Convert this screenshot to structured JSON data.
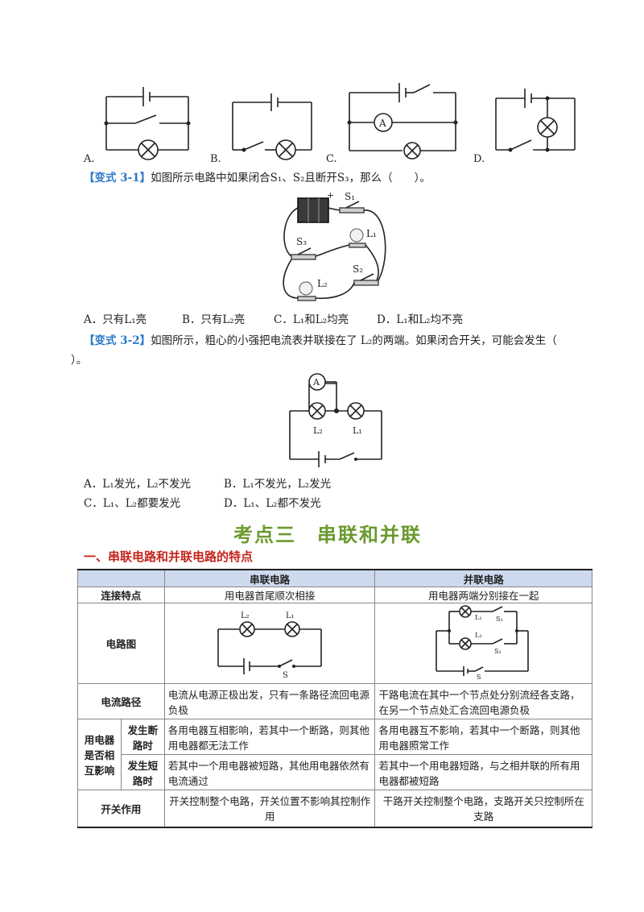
{
  "options_top": {
    "a": "A.",
    "b": "B.",
    "c": "C.",
    "d": "D."
  },
  "q31": {
    "tag": "【变式 3-1】",
    "text": "如图所示电路中如果闭合S₁、S₂且断开S₃，那么（　　）。",
    "labels": {
      "s1": "S₁",
      "s2": "S₂",
      "s3": "S₃",
      "l1": "L₁",
      "l2": "L₂",
      "plus": "+"
    },
    "options": [
      "A．只有L₁亮",
      "B．只有L₂亮",
      "C．L₁和L₂均亮",
      "D．L₁和L₂均不亮"
    ]
  },
  "q32": {
    "tag": "【变式 3-2】",
    "text_line1": "如图所示，粗心的小强把电流表并联接在了 L₂的两端。如果闭合开关，可能会发生（",
    "text_line2": "）。",
    "labels": {
      "ammeter": "A",
      "l2": "L₂",
      "l1": "L₁"
    },
    "options": [
      "A．L₁发光，L₂不发光",
      "B．L₁不发光，L₂发光",
      "C．L₁、L₂都要发光",
      "D．L₁、L₂都不发光"
    ]
  },
  "section_title": "考点三　串联和并联",
  "subsection_title": "一、串联电路和并联电路的特点",
  "table": {
    "headers": [
      "",
      "串联电路",
      "并联电路"
    ],
    "rows": {
      "connection": {
        "label": "连接特点",
        "series": "用电器首尾顺次相接",
        "parallel": "用电器两端分别接在一起"
      },
      "diagram": {
        "label": "电路图",
        "series_labels": {
          "l2": "L₂",
          "l1": "L₁",
          "s": "S"
        },
        "parallel_labels": {
          "l1": "L₁",
          "s1": "S₁",
          "l2": "L₂",
          "s2": "S₂",
          "s": "S"
        }
      },
      "current_path": {
        "label": "电流路径",
        "series": "电流从电源正极出发，只有一条路径流回电源负极",
        "parallel": "干路电流在其中一个节点处分别流经各支路，在另一个节点处汇合流回电源负极"
      },
      "influence": {
        "label": "用电器是否相互影响",
        "open_label": "发生断路时",
        "open_series": "各用电器互相影响，若其中一个断路，则其他用电器都无法工作",
        "open_parallel": "各用电器互不影响，若其中一个断路，则其他用电器照常工作",
        "short_label": "发生短路时",
        "short_series": "若其中一个用电器被短路，其他用电器依然有电流通过",
        "short_parallel": "若其中一个用电器短路，与之相并联的所有用电器都被短路"
      },
      "switch": {
        "label": "开关作用",
        "series": "开关控制整个电路，开关位置不影响其控制作用",
        "parallel": "干路开关控制整个电路，支路开关只控制所在支路"
      }
    }
  }
}
